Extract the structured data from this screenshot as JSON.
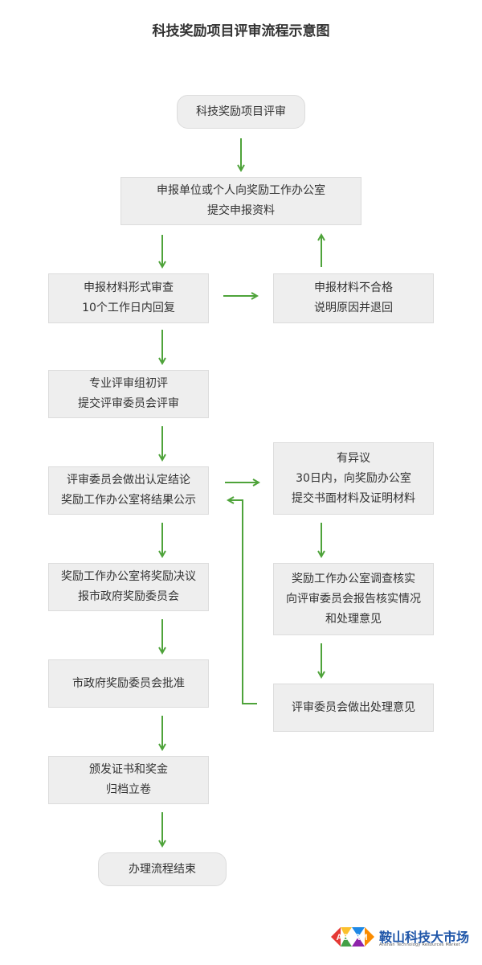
{
  "title": "科技奖励项目评审流程示意图",
  "nodes": {
    "start": [
      "科技奖励项目评审"
    ],
    "submit": [
      "申报单位或个人向奖励工作办公室",
      "提交申报资料"
    ],
    "review": [
      "申报材料形式审查",
      "10个工作日内回复"
    ],
    "reject": [
      "申报材料不合格",
      "说明原因并退回"
    ],
    "expert": [
      "专业评审组初评",
      "提交评审委员会评审"
    ],
    "committee": [
      "评审委员会做出认定结论",
      "奖励工作办公室将结果公示"
    ],
    "objection": [
      "有异议",
      "30日内，向奖励办公室",
      "提交书面材料及证明材料"
    ],
    "report": [
      "奖励工作办公室将奖励决议",
      "报市政府奖励委员会"
    ],
    "investigate": [
      "奖励工作办公室调查核实",
      "向评审委员会报告核实情况",
      "和处理意见"
    ],
    "approve": [
      "市政府奖励委员会批准"
    ],
    "decision": [
      "评审委员会做出处理意见"
    ],
    "award": [
      "颁发证书和奖金",
      "归档立卷"
    ],
    "end": [
      "办理流程结束"
    ]
  },
  "colors": {
    "arrow": "#4ea33a",
    "box_fill": "#eeeeee",
    "box_border": "#dcdcdc",
    "logo_blue": "#1e55a8"
  },
  "logo": {
    "mark": "ASTRM",
    "name": "鞍山科技大市场",
    "subtitle": "Anshan Technology Resources Market"
  }
}
